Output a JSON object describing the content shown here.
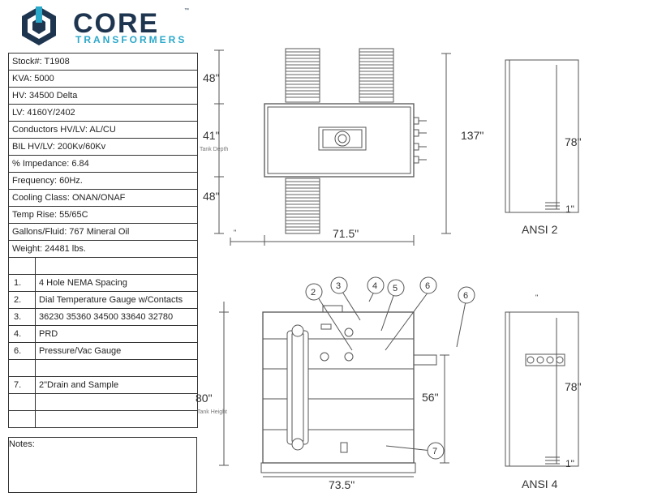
{
  "logo": {
    "brand": "CORE",
    "sub": "TRANSFORMERS",
    "tm": "™"
  },
  "specs": [
    "Stock#: T1908",
    "KVA: 5000",
    "HV: 34500 Delta",
    "LV: 4160Y/2402",
    "Conductors HV/LV: AL/CU",
    "BIL HV/LV: 200Kv/60Kv",
    "% Impedance: 6.84",
    "Frequency: 60Hz.",
    "Cooling Class: ONAN/ONAF",
    "Temp Rise: 55/65C",
    "Gallons/Fluid: 767 Mineral Oil",
    "Weight: 24481 lbs."
  ],
  "accessories": [
    {
      "num": "",
      "text": ""
    },
    {
      "num": "1.",
      "text": "4 Hole NEMA Spacing"
    },
    {
      "num": "2.",
      "text": "Dial Temperature Gauge w/Contacts"
    },
    {
      "num": "3.",
      "text": "36230 35360 34500 33640 32780"
    },
    {
      "num": "4.",
      "text": "PRD"
    },
    {
      "num": "6.",
      "text": "Pressure/Vac Gauge"
    },
    {
      "num": "",
      "text": ""
    },
    {
      "num": "7.",
      "text": "2\"Drain and Sample"
    },
    {
      "num": "",
      "text": ""
    },
    {
      "num": "",
      "text": ""
    }
  ],
  "notes_label": "Notes:",
  "top_view": {
    "dim_48_top": "48\"",
    "dim_41": "41\"",
    "tank_depth": "Tank Depth",
    "dim_48_bottom": "48\"",
    "dim_137": "137\"",
    "dim_715": "71.5\"",
    "tick_left": "\""
  },
  "ansi2": {
    "dim_78": "78\"",
    "dim_1": "1\"",
    "label": "ANSI 2"
  },
  "front_view": {
    "dim_height": "80\"",
    "tank_height": "Tank Height",
    "dim_56": "56\"",
    "dim_735": "73.5\"",
    "callouts": [
      "2",
      "3",
      "4",
      "5",
      "6",
      "6",
      "7"
    ]
  },
  "ansi4": {
    "dim_78": "78\"",
    "dim_1": "1\"",
    "label": "ANSI 4",
    "tick": "\""
  }
}
